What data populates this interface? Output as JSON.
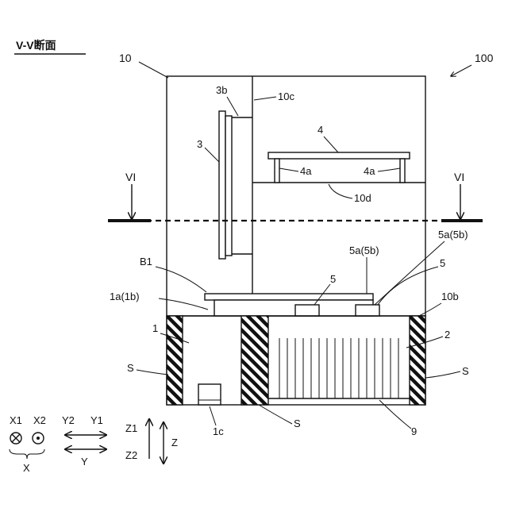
{
  "title": "V-V断面",
  "labels": {
    "l100": "100",
    "l10": "10",
    "l3b": "3b",
    "l10c": "10c",
    "l3": "3",
    "l4": "4",
    "l4a_left": "4a",
    "l4a_right": "4a",
    "l10d": "10d",
    "vi_left": "VI",
    "vi_right": "VI",
    "l5a_mid": "5a(5b)",
    "l5a_right": "5a(5b)",
    "lB1": "B1",
    "l5_mid": "5",
    "l5_right": "5",
    "l1a": "1a(1b)",
    "l10b": "10b",
    "l1": "1",
    "l2": "2",
    "lS_left": "S",
    "lS_right": "S",
    "lS_bottom": "S",
    "l1c": "1c",
    "l9": "9"
  },
  "axes": {
    "x1": "X1",
    "x2": "X2",
    "x": "X",
    "y2": "Y2",
    "y1": "Y1",
    "y": "Y",
    "z1": "Z1",
    "z2": "Z2",
    "z": "Z"
  }
}
